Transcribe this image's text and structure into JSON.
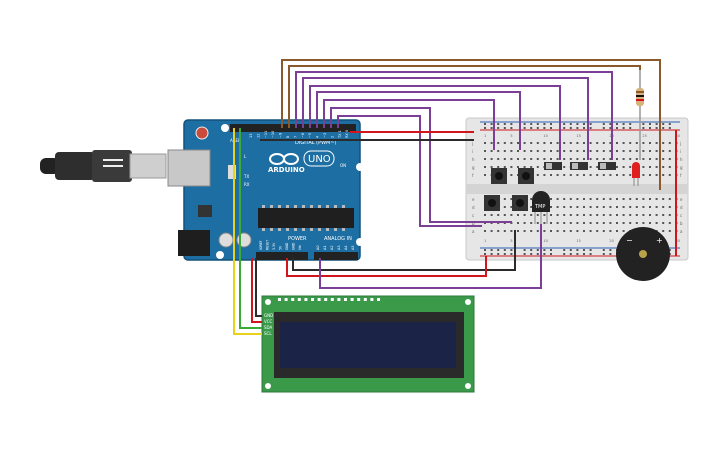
{
  "arduino": {
    "brand": "ARDUINO",
    "model": "UNO",
    "on_label": "ON",
    "digital_label": "DIGITAL (PWM~)",
    "aref_label": "AREF",
    "power_label": "POWER",
    "analog_label": "ANALOG IN",
    "tx_label": "TX",
    "rx_label": "RX",
    "l_label": "L",
    "digital_pins": [
      "13",
      "12",
      "~11",
      "~10",
      "~9",
      "8",
      "7",
      "~6",
      "~5",
      "4",
      "~3",
      "2",
      "TX 1",
      "RX 0"
    ],
    "power_pins": [
      "IOREF",
      "RESET",
      "3.3V",
      "5V",
      "GND",
      "GND",
      "Vin"
    ],
    "analog_pins": [
      "A0",
      "A1",
      "A2",
      "A3",
      "A4",
      "A5"
    ]
  },
  "lcd": {
    "pin_labels": [
      "GND",
      "VCC",
      "SDA",
      "SCL"
    ]
  },
  "breadboard": {
    "row_letters_top": [
      "j",
      "i",
      "h",
      "g",
      "f"
    ],
    "row_letters_bottom": [
      "e",
      "d",
      "c",
      "b",
      "a"
    ],
    "column_numbers": [
      "1",
      "5",
      "10",
      "15",
      "20",
      "25",
      "30"
    ]
  },
  "sensor": {
    "label": "TMP"
  },
  "colors": {
    "wire_brown": "#8a5a2b",
    "wire_purple": "#7b3f98",
    "wire_red": "#d0161c",
    "wire_black": "#2b2b2b",
    "wire_yellow": "#e8d21a",
    "wire_green": "#3aa935",
    "board_blue": "#1d6ea3",
    "lcd_green": "#3a9a4a",
    "lcd_screen": "#1b2447"
  }
}
